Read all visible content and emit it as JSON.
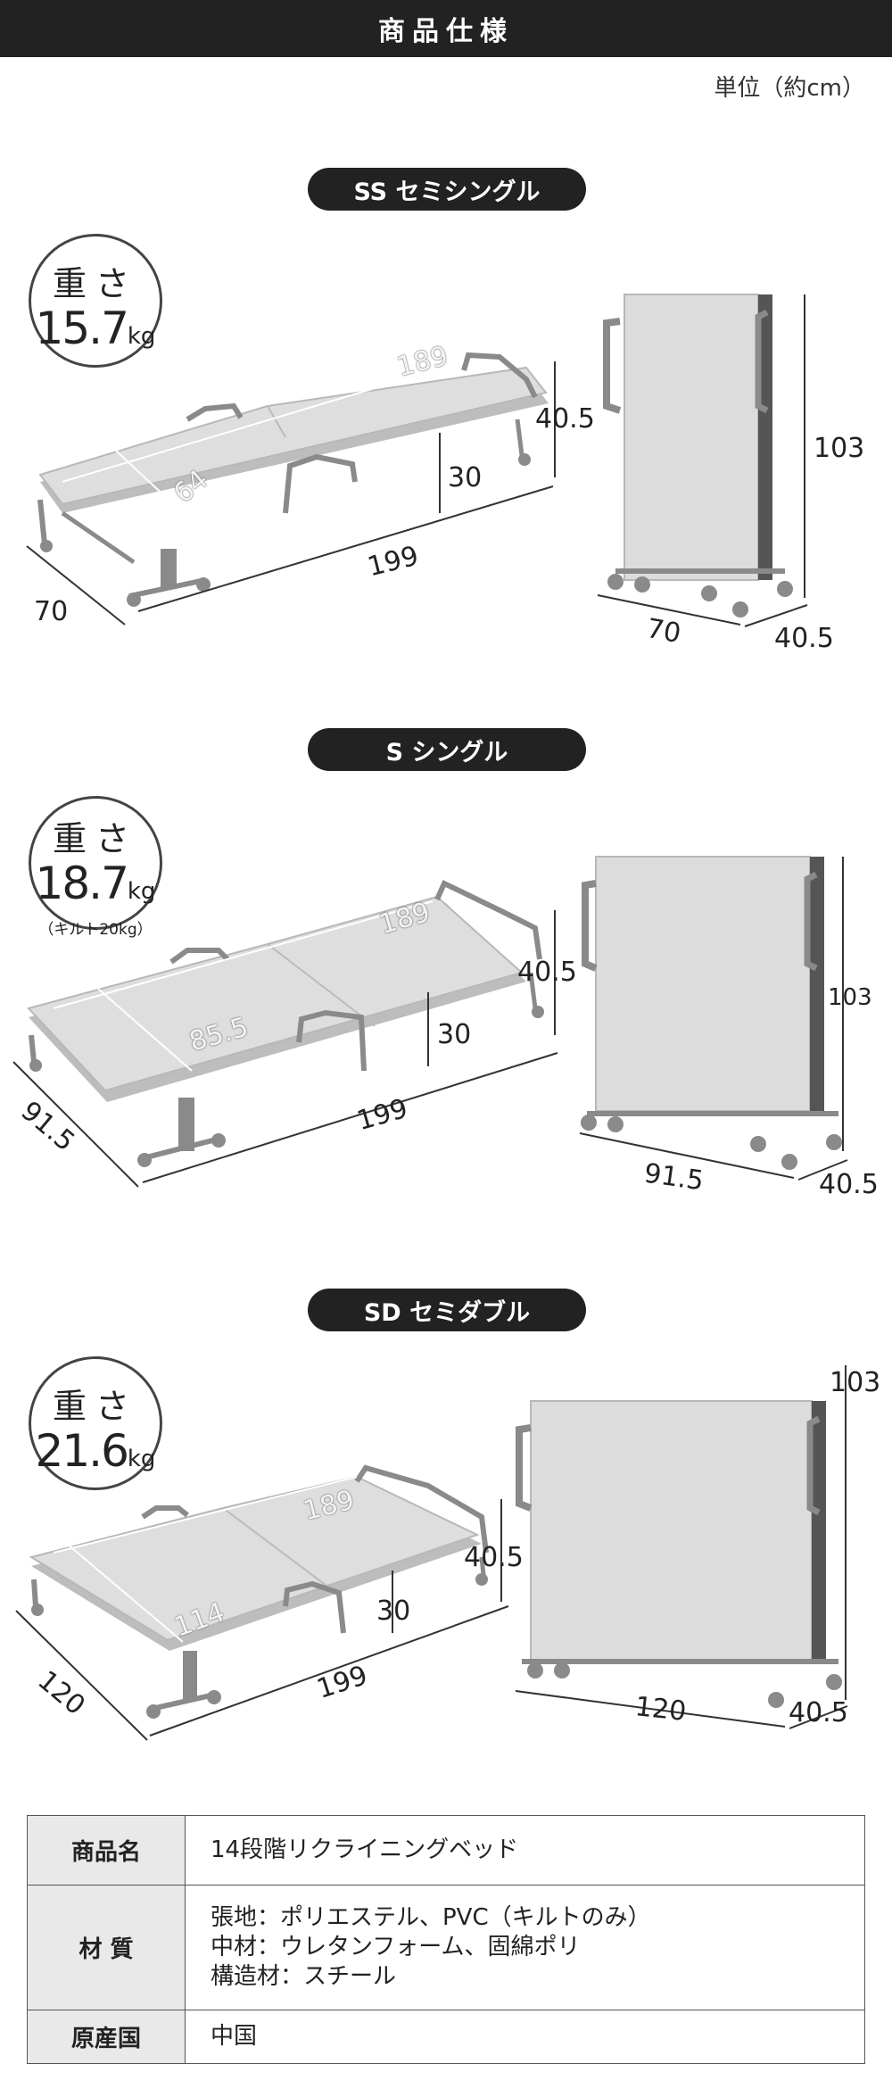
{
  "header": {
    "title": "商品仕様"
  },
  "unit_note": "単位（約cm）",
  "models": [
    {
      "name": "SS セミシングル",
      "weight_label": "重さ",
      "weight_value": "15.7",
      "weight_unit": "kg",
      "weight_note": "",
      "mattress_length": "189",
      "mattress_width": "64",
      "bed_height": "40.5",
      "mattress_height": "30",
      "bed_length": "199",
      "bed_width": "70",
      "folded_height": "103",
      "folded_width": "70",
      "folded_depth": "40.5"
    },
    {
      "name": "S シングル",
      "weight_label": "重さ",
      "weight_value": "18.7",
      "weight_unit": "kg",
      "weight_note": "（キルト20kg）",
      "mattress_length": "189",
      "mattress_width": "85.5",
      "bed_height": "40.5",
      "mattress_height": "30",
      "bed_length": "199",
      "bed_width": "91.5",
      "folded_height": "103",
      "folded_width": "91.5",
      "folded_depth": "40.5"
    },
    {
      "name": "SD セミダブル",
      "weight_label": "重さ",
      "weight_value": "21.6",
      "weight_unit": "kg",
      "weight_note": "",
      "mattress_length": "189",
      "mattress_width": "114",
      "bed_height": "40.5",
      "mattress_height": "30",
      "bed_length": "199",
      "bed_width": "120",
      "folded_height": "103",
      "folded_width": "120",
      "folded_depth": "40.5"
    }
  ],
  "spec_table": {
    "rows": [
      {
        "label": "商品名",
        "lines": [
          "14段階リクライニングベッド"
        ]
      },
      {
        "label": "材 質",
        "lines": [
          "張地：ポリエステル、PVC（キルトのみ）",
          "中材：ウレタンフォーム、固綿ポリ",
          "構造材：スチール"
        ]
      },
      {
        "label": "原産国",
        "lines": [
          "中国"
        ]
      }
    ]
  },
  "colors": {
    "header_bg": "#222222",
    "mattress": "#dcdcdc",
    "frame": "#8a8a8a",
    "table_head_bg": "#e9e9e9"
  }
}
